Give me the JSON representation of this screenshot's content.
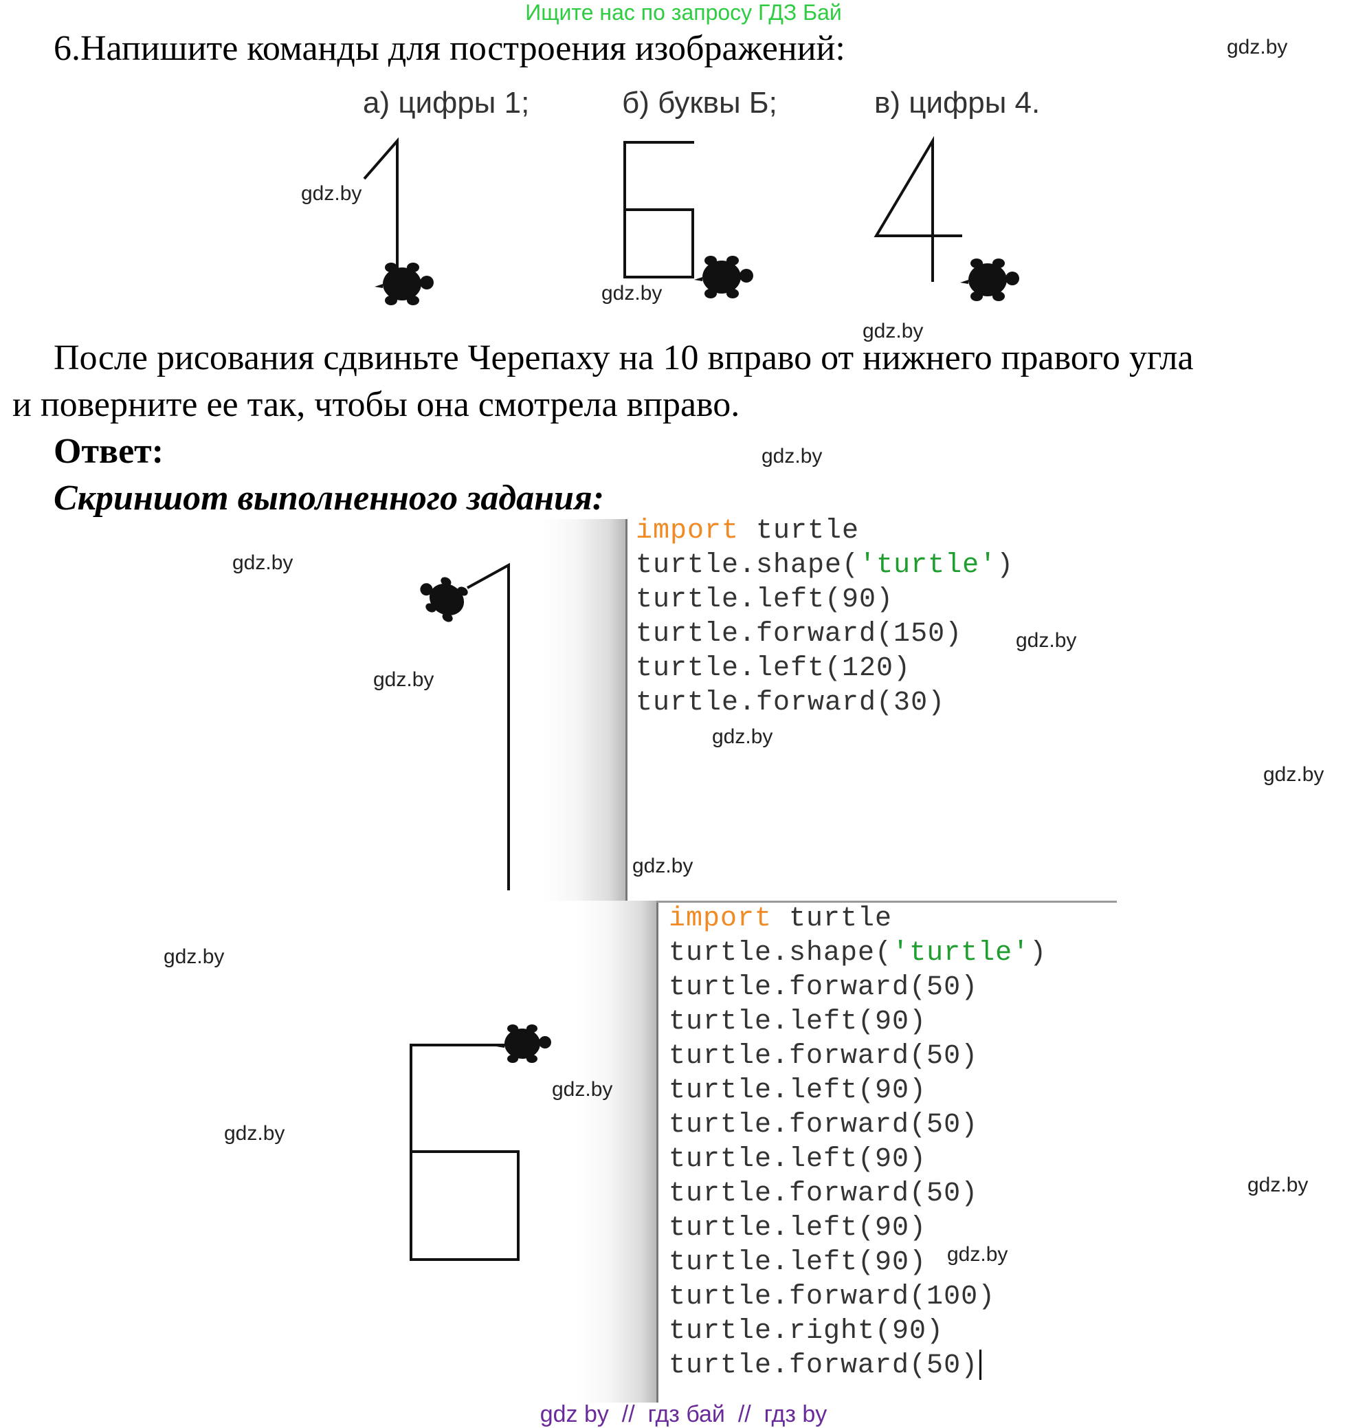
{
  "header_promo": "Ищите нас по запросу ГДЗ Бай",
  "task": {
    "title": "6.Напишите команды для построения изображений:",
    "options": [
      "а) цифры 1;",
      "б) буквы Б;",
      "в) цифры 4."
    ],
    "instruction_line1": "После рисования сдвиньте Черепаху на 10 вправо от нижнего правого угла",
    "instruction_line2": "и поверните ее так, чтобы она смотрела вправо."
  },
  "answer": {
    "label": "Ответ:",
    "screenshot_label": "Скриншот выполненного задания:"
  },
  "code1": [
    {
      "kw": "import",
      "rest": " turtle"
    },
    {
      "pre": "turtle.shape(",
      "str": "'turtle'",
      "post": ")"
    },
    {
      "text": "turtle.left(90)"
    },
    {
      "text": "turtle.forward(150)"
    },
    {
      "text": "turtle.left(120)"
    },
    {
      "text": "turtle.forward(30)"
    }
  ],
  "code2": [
    {
      "kw": "import",
      "rest": " turtle"
    },
    {
      "pre": "turtle.shape(",
      "str": "'turtle'",
      "post": ")"
    },
    {
      "text": "turtle.forward(50)"
    },
    {
      "text": "turtle.left(90)"
    },
    {
      "text": "turtle.forward(50)"
    },
    {
      "text": "turtle.left(90)"
    },
    {
      "text": "turtle.forward(50)"
    },
    {
      "text": "turtle.left(90)"
    },
    {
      "text": "turtle.forward(50)"
    },
    {
      "text": "turtle.left(90)"
    },
    {
      "text": "turtle.left(90)"
    },
    {
      "text": "turtle.forward(100)"
    },
    {
      "text": "turtle.right(90)"
    },
    {
      "text": "turtle.forward(50)"
    }
  ],
  "watermark": "gdz.by",
  "footer": "gdz by  //  гдз бай  //  гдз by",
  "colors": {
    "promo": "#2ecc40",
    "footer": "#6a2a9a",
    "keyword": "#f08a24",
    "string": "#1e9e2e"
  }
}
